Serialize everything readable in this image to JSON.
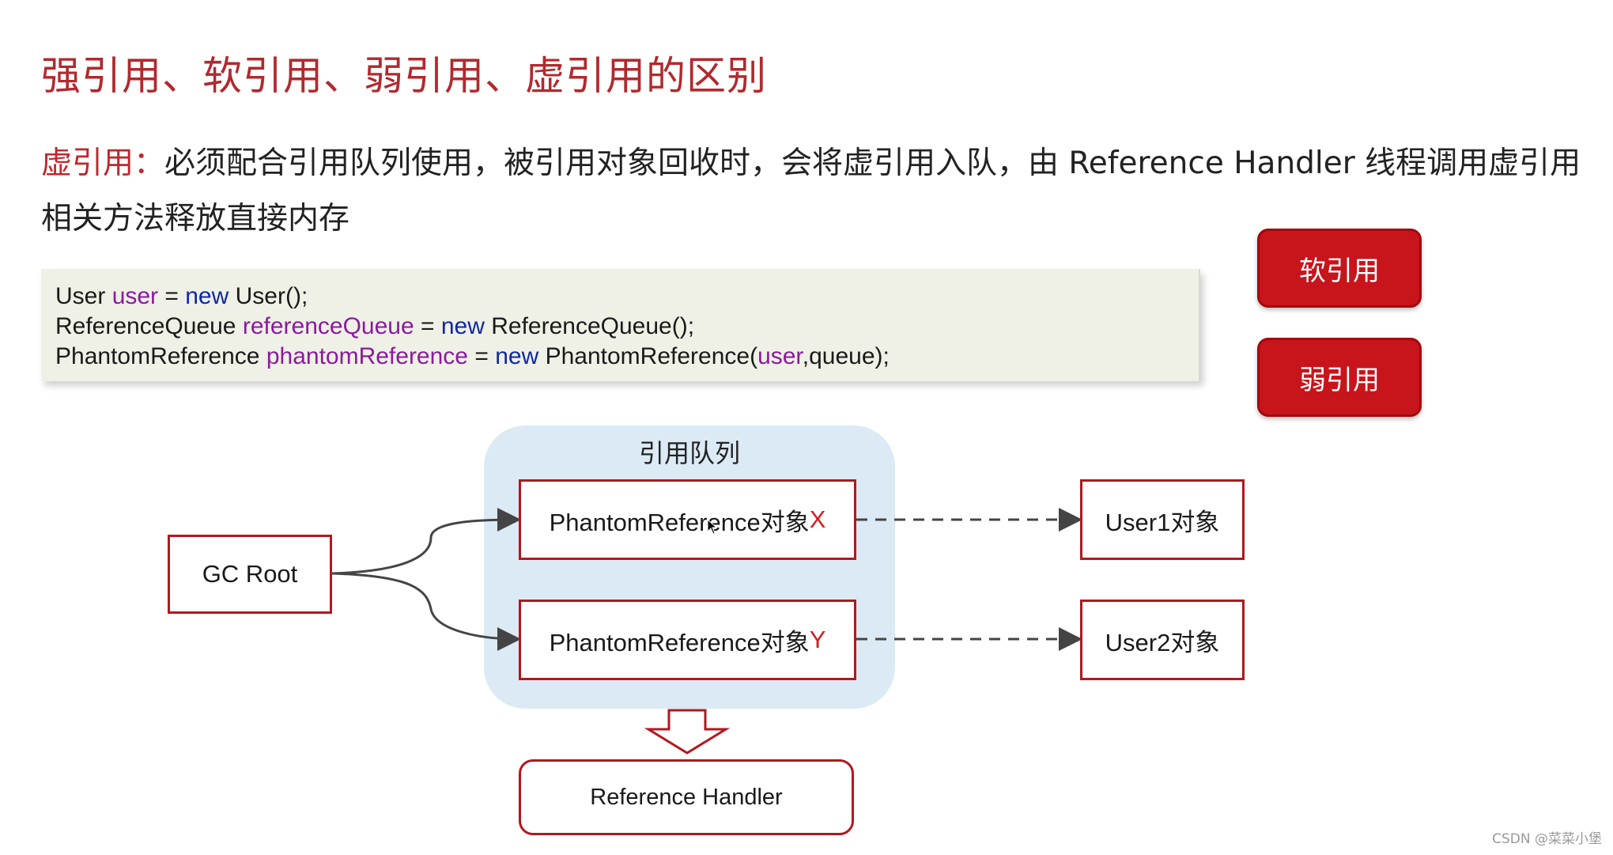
{
  "title": "强引用、软引用、弱引用、虚引用的区别",
  "description": {
    "keyword": "虚引用",
    "colon": "：",
    "text": "必须配合引用队列使用，被引用对象回收时，会将虚引用入队，由 Reference Handler 线程调用虚引用相关方法释放直接内存"
  },
  "code": {
    "lines": [
      [
        {
          "t": "User ",
          "c": "plain"
        },
        {
          "t": "user",
          "c": "var"
        },
        {
          "t": " = ",
          "c": "plain"
        },
        {
          "t": "new",
          "c": "kw"
        },
        {
          "t": " User();",
          "c": "plain"
        }
      ],
      [
        {
          "t": "ReferenceQueue ",
          "c": "plain"
        },
        {
          "t": "referenceQueue",
          "c": "var"
        },
        {
          "t": " = ",
          "c": "plain"
        },
        {
          "t": "new",
          "c": "kw"
        },
        {
          "t": " ReferenceQueue();",
          "c": "plain"
        }
      ],
      [
        {
          "t": "PhantomReference ",
          "c": "plain"
        },
        {
          "t": "phantomReference",
          "c": "var"
        },
        {
          "t": " = ",
          "c": "plain"
        },
        {
          "t": "new",
          "c": "kw"
        },
        {
          "t": " PhantomReference(",
          "c": "plain"
        },
        {
          "t": "user",
          "c": "var"
        },
        {
          "t": ",queue);",
          "c": "plain"
        }
      ]
    ]
  },
  "side_buttons": {
    "soft": "软引用",
    "weak": "弱引用"
  },
  "diagram": {
    "queue_label": "引用队列",
    "gc_root": "GC Root",
    "phantom_x": {
      "label": "PhantomReference对象",
      "mark": "X"
    },
    "phantom_y": {
      "label": "PhantomReference对象",
      "mark": "Y"
    },
    "user1": "User1对象",
    "user2": "User2对象",
    "handler": "Reference Handler"
  },
  "watermark": "CSDN @菜菜小堡",
  "colors": {
    "accent_red": "#c8141b",
    "title_red": "#b2292e",
    "queue_blue": "#dbeaf4",
    "code_bg": "#eff0e6"
  }
}
